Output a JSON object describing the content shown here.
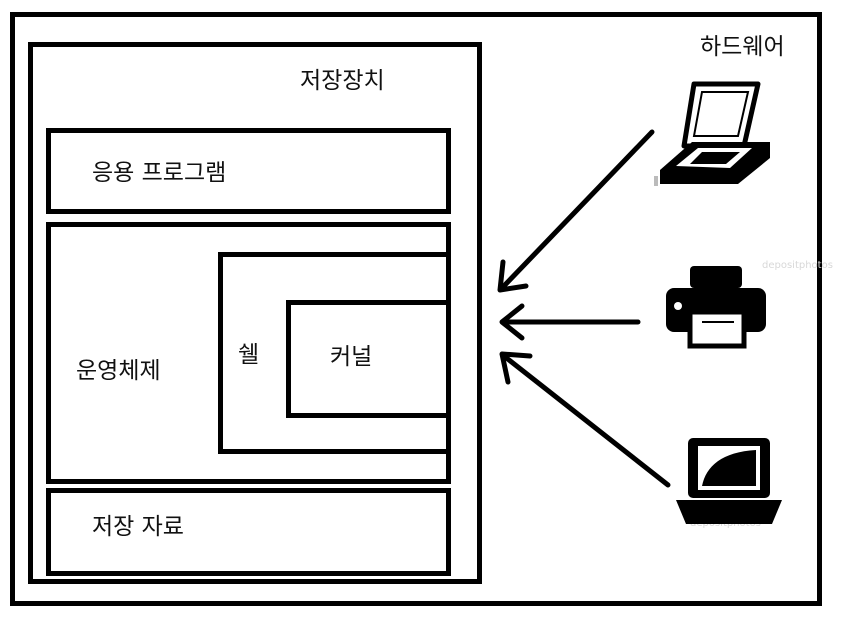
{
  "diagram": {
    "labels": {
      "hardware": "하드웨어",
      "storage_device": "저장장치",
      "application": "응용 프로그램",
      "operating_system": "운영체제",
      "shell": "쉘",
      "kernel": "커널",
      "stored_data": "저장 자료"
    },
    "watermarks": [
      "depositphotos",
      "depositphotos"
    ],
    "icons": [
      "scanner-icon",
      "printer-icon",
      "laptop-icon"
    ],
    "colors": {
      "line": "#000000",
      "background": "#ffffff"
    }
  }
}
